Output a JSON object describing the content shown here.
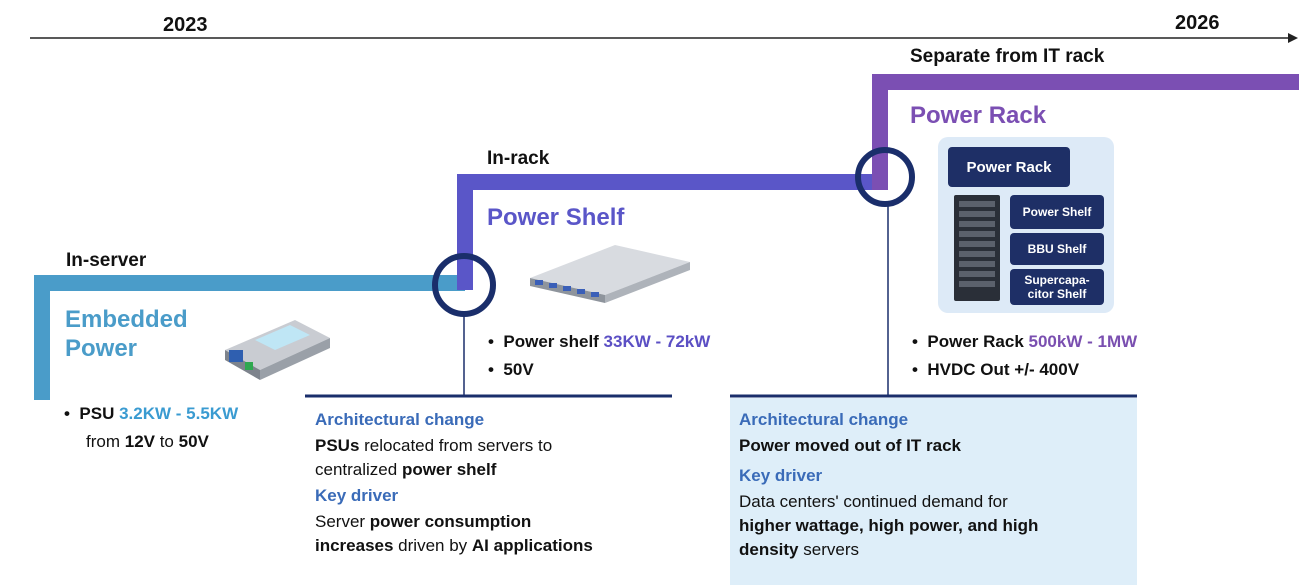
{
  "timeline": {
    "start_year": "2023",
    "end_year": "2026"
  },
  "colors": {
    "stage1_line": "#4a9cc9",
    "stage2_line": "#5a56c8",
    "stage3_line": "#7b4fb3",
    "circle": "#1a2e6b",
    "navy": "#1e2f66",
    "accent_blue": "#3a6bb8",
    "panel_bg": "#deeef9"
  },
  "stages": [
    {
      "location": "In-server",
      "title_line1": "Embedded",
      "title_line2": "Power",
      "bullets": [
        {
          "prefix": "PSU ",
          "highlight": "3.2KW - 5.5KW"
        },
        {
          "pre": "from ",
          "b1": "12V",
          "mid": " to ",
          "b2": "50V"
        }
      ]
    },
    {
      "location": "In-rack",
      "title": "Power Shelf",
      "bullets": [
        {
          "prefix": "Power shelf ",
          "highlight": "33KW - 72kW"
        },
        {
          "prefix": "50V",
          "highlight": ""
        }
      ],
      "architectural_change_label": "Architectural change",
      "architectural_change_text": {
        "t1": "PSUs",
        "t2": " relocated from servers to",
        "t3": "centralized ",
        "t4": "power shelf"
      },
      "key_driver_label": "Key driver",
      "key_driver_text": {
        "t1": "Server ",
        "t2": "power consumption",
        "t3": "increases",
        "t4": " driven by ",
        "t5": "AI applications"
      }
    },
    {
      "location": "Separate from IT rack",
      "title": "Power Rack",
      "rack_diagram": {
        "top": "Power Rack",
        "shelves": [
          "Power Shelf",
          "BBU Shelf",
          "Supercapa-citor Shelf"
        ]
      },
      "bullets": [
        {
          "prefix": "Power Rack ",
          "highlight": "500kW - 1MW"
        },
        {
          "prefix": "HVDC Out +/- 400V",
          "highlight": ""
        }
      ],
      "architectural_change_label": "Architectural change",
      "architectural_change_text": "Power moved out of IT rack",
      "key_driver_label": "Key driver",
      "key_driver_text": {
        "t1": "Data centers' continued demand  for",
        "t2": "higher wattage, high power, and high",
        "t3": "density",
        "t4": " servers"
      }
    }
  ],
  "bullet_char": "•"
}
